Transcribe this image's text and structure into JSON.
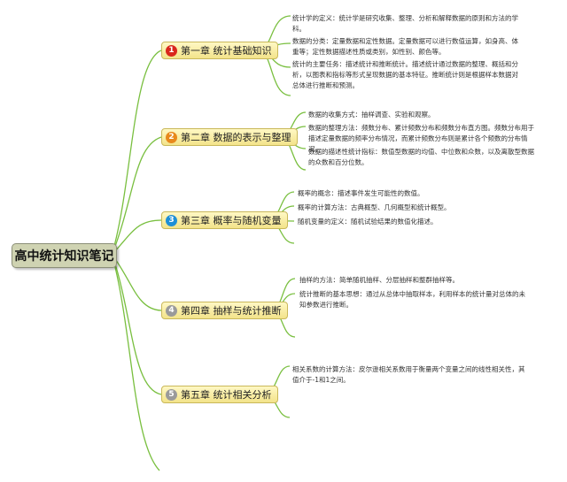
{
  "root": {
    "title": "高中统计知识笔记"
  },
  "chapters": [
    {
      "label": "第一章 统计基础知识",
      "num": "1",
      "color": "#d9261c",
      "notes": [
        "统计学的定义：统计学是研究收集、整理、分析和解释数据的原则和方法的学科。",
        "数据的分类：定量数据和定性数据。定量数据可以进行数值运算，如身高、体重等；定性数据描述性质或类别，如性别、颜色等。",
        "统计的主要任务：描述统计和推断统计。描述统计通过数据的整理、概括和分析，以图表和指标等形式呈现数据的基本特征。推断统计则是根据样本数据对总体进行推断和预测。"
      ]
    },
    {
      "label": "第二章 数据的表示与整理",
      "num": "2",
      "color": "#e8891c",
      "notes": [
        "数据的收集方式：抽样调查、实验和观察。",
        "数据的整理方法：频数分布、累计频数分布和频数分布直方图。频数分布用于描述定量数据的频率分布情况，而累计频数分布则是累计各个频数的分布情况。",
        "数据的描述性统计指标：数值型数据的均值、中位数和众数，以及离散型数据的众数和百分位数。"
      ]
    },
    {
      "label": "第三章 概率与随机变量",
      "num": "3",
      "color": "#1e8fd6",
      "notes": [
        "概率的概念：描述事件发生可能性的数值。",
        "概率的计算方法：古典概型、几何概型和统计概型。",
        "随机变量的定义：随机试验结果的数值化描述。"
      ]
    },
    {
      "label": "第四章 抽样与统计推断",
      "num": "4",
      "color": "#9a9a9a",
      "notes": [
        "抽样的方法：简单随机抽样、分层抽样和整群抽样等。",
        "统计推断的基本思想：通过从总体中抽取样本，利用样本的统计量对总体的未知参数进行推断。"
      ]
    },
    {
      "label": "第五章 统计相关分析",
      "num": "5",
      "color": "#9a9a9a",
      "notes": [
        "相关系数的计算方法：皮尔逊相关系数用于衡量两个变量之间的线性相关性，其值介于-1和1之间。"
      ]
    }
  ],
  "colors": {
    "branch": "#79bf3f",
    "node_fill": "#f7ea9f",
    "root_fill": "#cfd3b2"
  }
}
